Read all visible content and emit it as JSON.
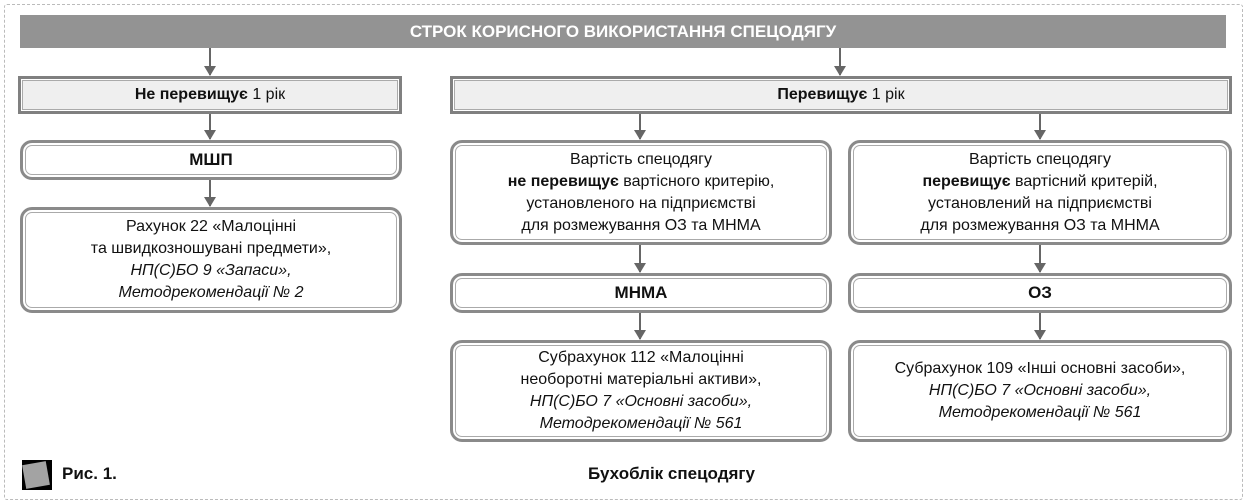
{
  "title": "СТРОК КОРИСНОГО ВИКОРИСТАННЯ СПЕЦОДЯГУ",
  "left": {
    "term_bold": "Не перевищує",
    "term_rest": " 1 рік",
    "category": "МШП",
    "account_lines": [
      "Рахунок 22 «Малоцінні",
      "та швидкозношувані предмети»,"
    ],
    "account_refs": [
      "НП(С)БО 9 «Запаси»,",
      "Методрекомендації № 2"
    ]
  },
  "right": {
    "term_bold": "Перевищує",
    "term_rest": " 1 рік",
    "branch_a": {
      "line1": "Вартість спецодягу",
      "bold": "не перевищує",
      "line2_rest": " вартісного критерію,",
      "line3": "установленого на підприємстві",
      "line4": "для розмежування ОЗ та МНМА",
      "category": "МНМА",
      "account_lines": [
        "Субрахунок 112 «Малоцінні",
        "необоротні матеріальні активи»,"
      ],
      "account_refs": [
        "НП(С)БО 7 «Основні засоби»,",
        "Методрекомендації № 561"
      ]
    },
    "branch_b": {
      "line1": "Вартість спецодягу",
      "bold": "перевищує",
      "line2_rest": " вартісний критерій,",
      "line3": "установлений на підприємстві",
      "line4": "для розмежування ОЗ та МНМА",
      "category": "ОЗ",
      "account_lines": [
        "Субрахунок 109 «Інші основні засоби»,"
      ],
      "account_refs": [
        "НП(С)БО 7 «Основні засоби»,",
        "Методрекомендації № 561"
      ]
    }
  },
  "caption": {
    "figure": "Рис. 1.",
    "title": "Бухоблік спецодягу"
  }
}
